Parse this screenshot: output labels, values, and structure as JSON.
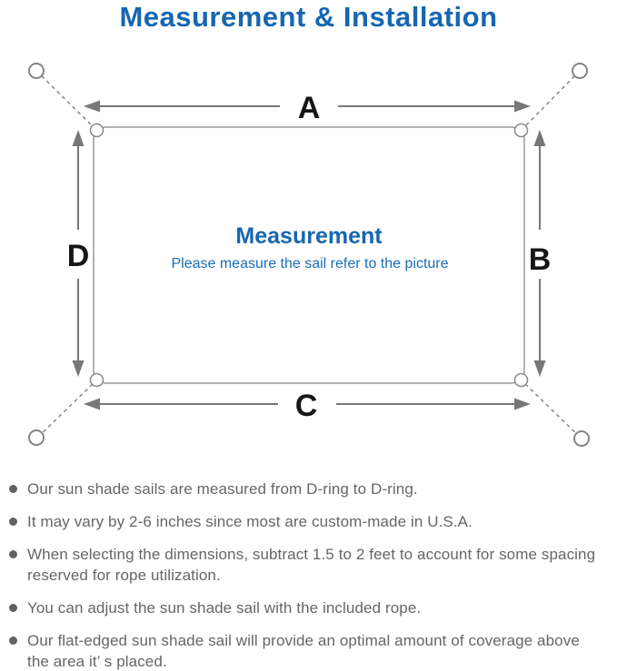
{
  "page": {
    "title": "Measurement & Installation"
  },
  "diagram": {
    "center_title": "Measurement",
    "center_subtitle": "Please measure the sail refer to the picture",
    "dimension_labels": {
      "top": "A",
      "right": "B",
      "bottom": "C",
      "left": "D"
    }
  },
  "notes": [
    "Our sun shade sails are measured from D-ring to D-ring.",
    "It may vary by 2-6 inches since most are custom-made in U.S.A.",
    "When selecting the dimensions, subtract 1.5 to 2 feet to account for some spacing reserved for rope utilization.",
    "You can adjust the sun shade sail with the included rope.",
    "Our flat-edged sun shade sail will provide an optimal amount of coverage above the area it’ s placed."
  ],
  "colors": {
    "accent_blue": "#1766b1",
    "line_gray": "#777777",
    "outline_gray": "#9a9a9a",
    "note_text_gray": "#666666"
  }
}
